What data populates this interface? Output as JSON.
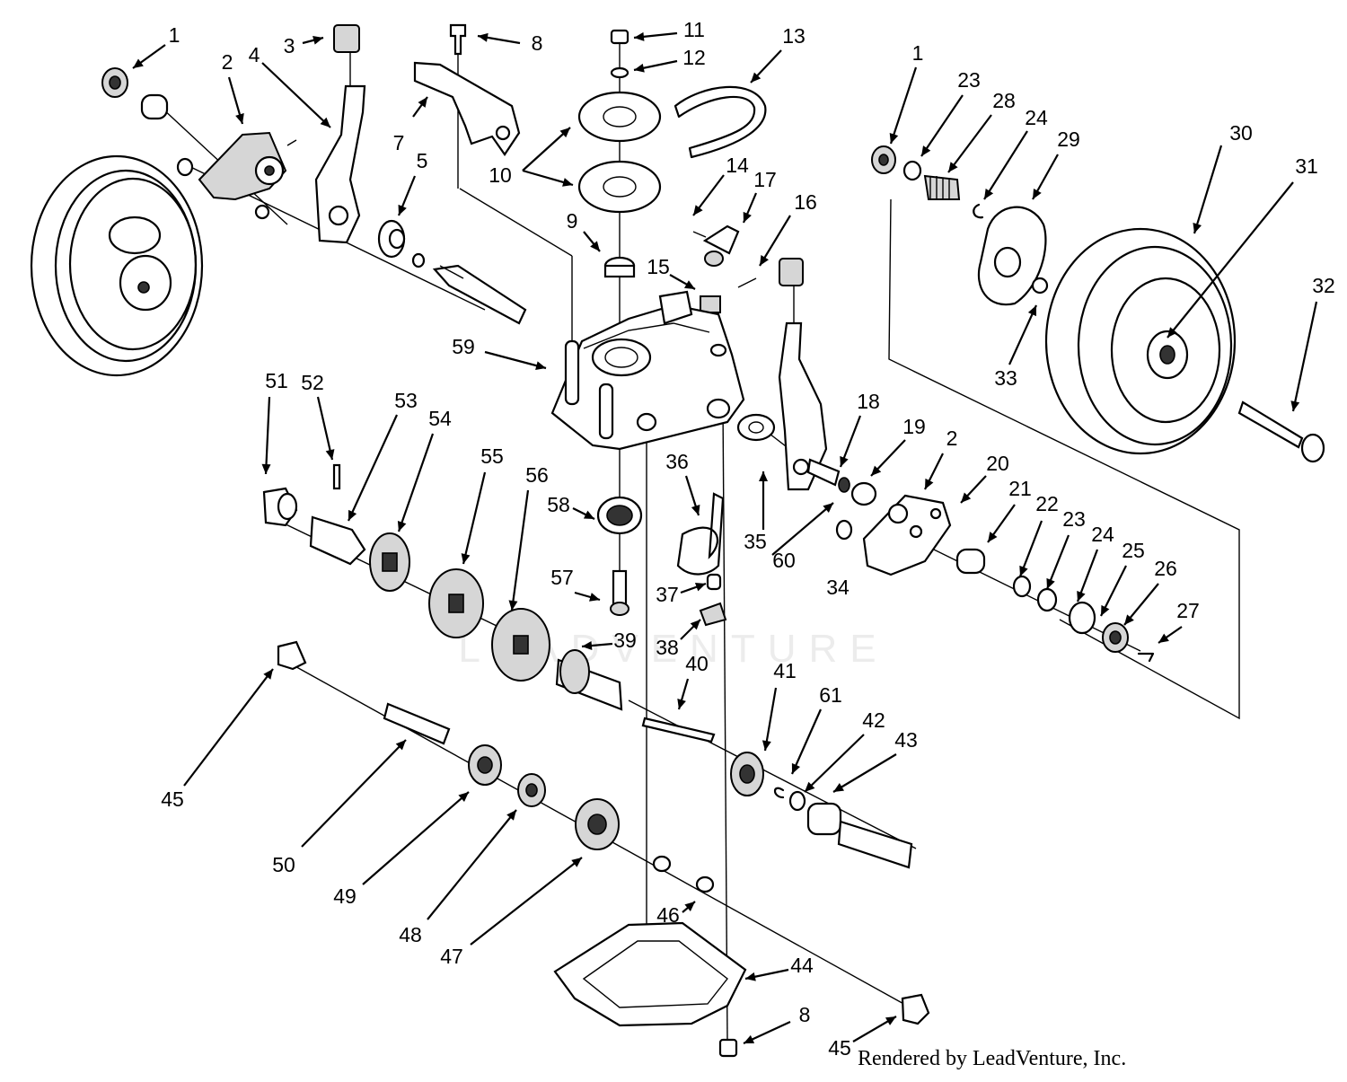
{
  "diagram": {
    "watermark": "LEADVENTURE",
    "credit": "Rendered by LeadVenture, Inc."
  },
  "callouts": [
    {
      "id": "c1a",
      "label": "1"
    },
    {
      "id": "c2a",
      "label": "2"
    },
    {
      "id": "c3",
      "label": "3"
    },
    {
      "id": "c4",
      "label": "4"
    },
    {
      "id": "c5",
      "label": "5"
    },
    {
      "id": "c7",
      "label": "7"
    },
    {
      "id": "c8a",
      "label": "8"
    },
    {
      "id": "c9",
      "label": "9"
    },
    {
      "id": "c10",
      "label": "10"
    },
    {
      "id": "c11",
      "label": "11"
    },
    {
      "id": "c12",
      "label": "12"
    },
    {
      "id": "c13",
      "label": "13"
    },
    {
      "id": "c14",
      "label": "14"
    },
    {
      "id": "c15",
      "label": "15"
    },
    {
      "id": "c16",
      "label": "16"
    },
    {
      "id": "c17",
      "label": "17"
    },
    {
      "id": "c1b",
      "label": "1"
    },
    {
      "id": "c23a",
      "label": "23"
    },
    {
      "id": "c28",
      "label": "28"
    },
    {
      "id": "c24a",
      "label": "24"
    },
    {
      "id": "c29",
      "label": "29"
    },
    {
      "id": "c30",
      "label": "30"
    },
    {
      "id": "c31",
      "label": "31"
    },
    {
      "id": "c32",
      "label": "32"
    },
    {
      "id": "c33",
      "label": "33"
    },
    {
      "id": "c59",
      "label": "59"
    },
    {
      "id": "c51",
      "label": "51"
    },
    {
      "id": "c52",
      "label": "52"
    },
    {
      "id": "c53",
      "label": "53"
    },
    {
      "id": "c54",
      "label": "54"
    },
    {
      "id": "c55",
      "label": "55"
    },
    {
      "id": "c56",
      "label": "56"
    },
    {
      "id": "c58",
      "label": "58"
    },
    {
      "id": "c36",
      "label": "36"
    },
    {
      "id": "c18",
      "label": "18"
    },
    {
      "id": "c19",
      "label": "19"
    },
    {
      "id": "c2b",
      "label": "2"
    },
    {
      "id": "c20",
      "label": "20"
    },
    {
      "id": "c21",
      "label": "21"
    },
    {
      "id": "c22",
      "label": "22"
    },
    {
      "id": "c23b",
      "label": "23"
    },
    {
      "id": "c24b",
      "label": "24"
    },
    {
      "id": "c25",
      "label": "25"
    },
    {
      "id": "c26",
      "label": "26"
    },
    {
      "id": "c27",
      "label": "27"
    },
    {
      "id": "c35",
      "label": "35"
    },
    {
      "id": "c60",
      "label": "60"
    },
    {
      "id": "c34",
      "label": "34"
    },
    {
      "id": "c57",
      "label": "57"
    },
    {
      "id": "c37",
      "label": "37"
    },
    {
      "id": "c38",
      "label": "38"
    },
    {
      "id": "c39",
      "label": "39"
    },
    {
      "id": "c40",
      "label": "40"
    },
    {
      "id": "c41",
      "label": "41"
    },
    {
      "id": "c61",
      "label": "61"
    },
    {
      "id": "c42",
      "label": "42"
    },
    {
      "id": "c43",
      "label": "43"
    },
    {
      "id": "c45a",
      "label": "45"
    },
    {
      "id": "c50",
      "label": "50"
    },
    {
      "id": "c49",
      "label": "49"
    },
    {
      "id": "c48",
      "label": "48"
    },
    {
      "id": "c47",
      "label": "47"
    },
    {
      "id": "c46",
      "label": "46"
    },
    {
      "id": "c44",
      "label": "44"
    },
    {
      "id": "c8b",
      "label": "8"
    },
    {
      "id": "c45b",
      "label": "45"
    }
  ]
}
